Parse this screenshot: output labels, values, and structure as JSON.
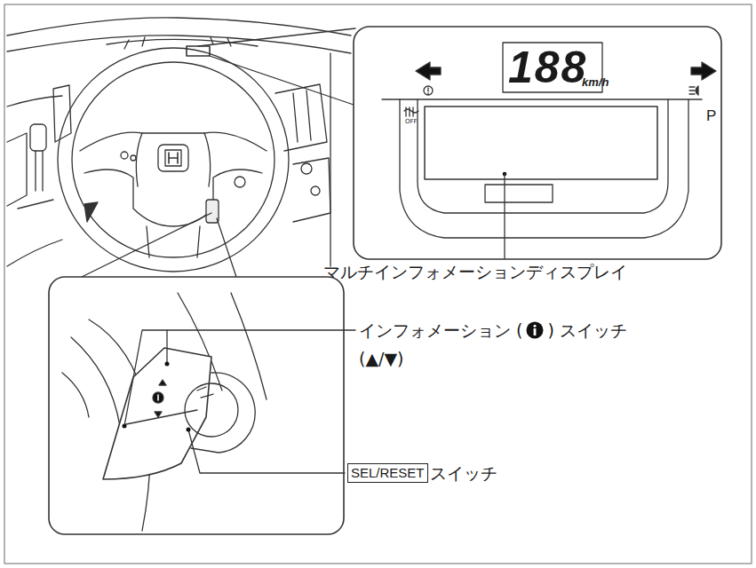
{
  "diagram": {
    "nodes": [
      {
        "text": [
          "SEL/RESET"
        ]
      }
    ],
    "edges": [],
    "labels": [
      "188",
      "km/h",
      "OFF",
      "P",
      "マルチインフォメーションディスプレイ",
      "インフォメーション (",
      ") スイッチ",
      "(▲/▼)",
      "スイッチ"
    ]
  }
}
